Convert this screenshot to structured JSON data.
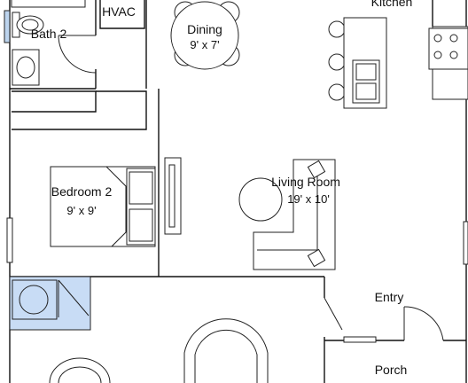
{
  "rooms": {
    "bath2": {
      "name": "Bath 2"
    },
    "hvac": {
      "name": "HVAC"
    },
    "dining": {
      "name": "Dining",
      "size": "9' x 7'"
    },
    "kitchen": {
      "name": "Kitchen"
    },
    "bedroom2": {
      "name": "Bedroom 2",
      "size": "9' x 9'"
    },
    "living_room": {
      "name": "Living Room",
      "size": "19' x 10'"
    },
    "entry": {
      "name": "Entry"
    },
    "porch": {
      "name": "Porch"
    }
  },
  "colors": {
    "laundry_highlight": "#c8dcf5",
    "window_highlight": "#bcd4ee",
    "wall": "#111111",
    "background": "#ffffff"
  }
}
